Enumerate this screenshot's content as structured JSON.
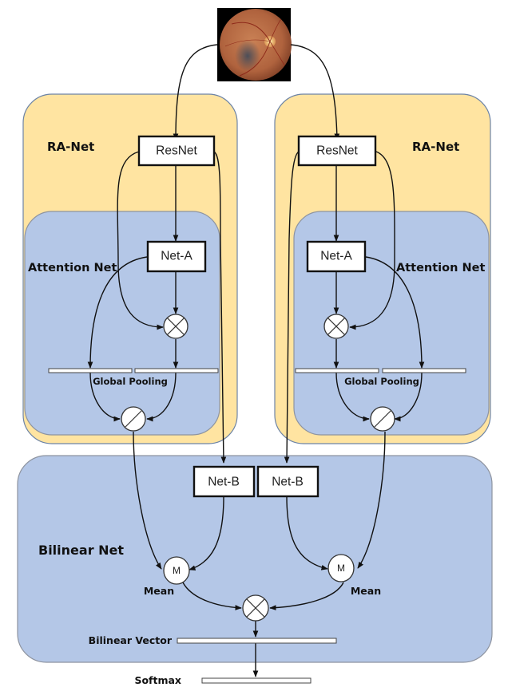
{
  "diagram": {
    "input_image": {
      "alt": "retinal fundus photograph",
      "colors": {
        "background": "#000000",
        "retina": "#B86A45",
        "optic_disc": "#F6D27A",
        "lesion": "#4B5563"
      }
    },
    "left_branch": {
      "container_label": "RA-Net",
      "attention_label": "Attention Net",
      "resnet_label": "ResNet",
      "neta_label": "Net-A",
      "pooling_label": "Global Pooling",
      "multiply_op": "multiply",
      "divide_op": "divide"
    },
    "right_branch": {
      "container_label": "RA-Net",
      "attention_label": "Attention Net",
      "resnet_label": "ResNet",
      "neta_label": "Net-A",
      "pooling_label": "Global Pooling",
      "multiply_op": "multiply",
      "divide_op": "divide"
    },
    "bilinear": {
      "label": "Bilinear Net",
      "netb_left_label": "Net-B",
      "netb_right_label": "Net-B",
      "mean_left_symbol": "M",
      "mean_right_symbol": "M",
      "mean_left_label": "Mean",
      "mean_right_label": "Mean",
      "vector_label": "Bilinear Vector"
    },
    "output": {
      "softmax_label": "Softmax"
    },
    "colors": {
      "ra_net_fill": "#FFE4A1",
      "attention_fill": "#B4C7E7",
      "bilinear_fill": "#B4C7E7",
      "node_fill": "#FFFFFF",
      "edge": "#111111"
    }
  }
}
